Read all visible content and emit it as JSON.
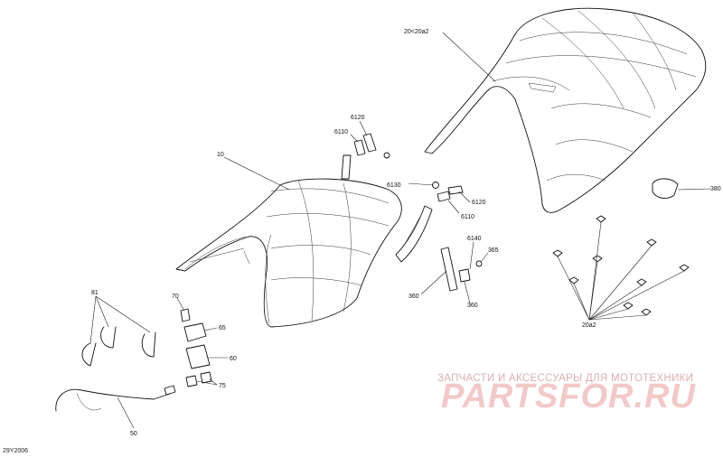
{
  "labels": {
    "l_20_20a2": "20<20a2",
    "l_6120_top": "6120",
    "l_6110_top": "6110",
    "l_10": "10",
    "l_6130": "6130",
    "l_6120_mid": "6120",
    "l_6110_mid": "6110",
    "l_6140": "6140",
    "l_365": "365",
    "l_360_a": "360",
    "l_360_b": "360",
    "l_380": "380",
    "l_20a2": "20a2",
    "l_81": "81",
    "l_70": "70",
    "l_65": "65",
    "l_60": "60",
    "l_75": "75",
    "l_50": "50"
  },
  "watermark": {
    "tagline": "ЗАПЧАСТИ И АКСЕССУАРЫ ДЛЯ МОТОТЕХНИКИ",
    "logo": "PARTSFOR.RU"
  },
  "diagram_code": "29Y2006"
}
